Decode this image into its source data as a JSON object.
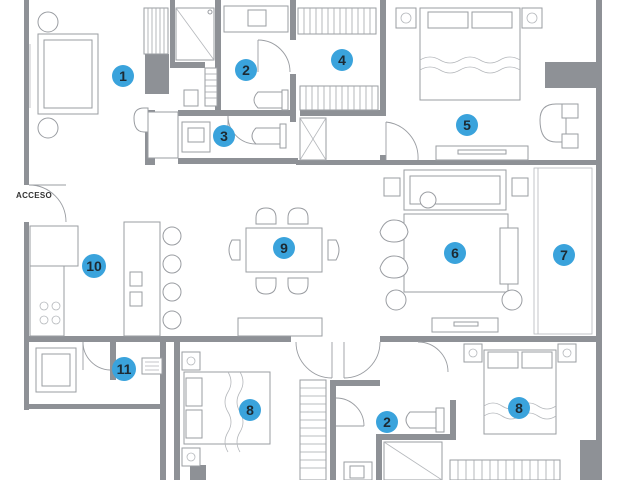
{
  "access_label": "ACCESO",
  "rooms": [
    {
      "id": "r1",
      "number": "1"
    },
    {
      "id": "r2a",
      "number": "2"
    },
    {
      "id": "r3",
      "number": "3"
    },
    {
      "id": "r4",
      "number": "4"
    },
    {
      "id": "r5",
      "number": "5"
    },
    {
      "id": "r6",
      "number": "6"
    },
    {
      "id": "r7",
      "number": "7"
    },
    {
      "id": "r8a",
      "number": "8"
    },
    {
      "id": "r8b",
      "number": "8"
    },
    {
      "id": "r9",
      "number": "9"
    },
    {
      "id": "r10",
      "number": "10"
    },
    {
      "id": "r11",
      "number": "11"
    },
    {
      "id": "r2b",
      "number": "2"
    }
  ],
  "colors": {
    "badge": "#3aa3dc",
    "wall": "#8e9196",
    "badge_text": "#1d2a33"
  }
}
